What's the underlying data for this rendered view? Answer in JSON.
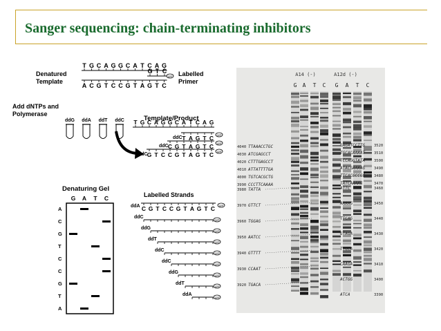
{
  "slide": {
    "title": "Sanger sequencing: chain-terminating inhibitors"
  },
  "diagram": {
    "denatured_label": [
      "Denatured",
      "Template"
    ],
    "labelled_primer_label": [
      "Labelled",
      "Primer"
    ],
    "template_seq": [
      "T",
      "G",
      "C",
      "A",
      "G",
      "G",
      "C",
      "A",
      "T",
      "C",
      "A",
      "G"
    ],
    "primer_seq": [
      "G",
      "T",
      "C"
    ],
    "complement_seq": [
      "A",
      "C",
      "G",
      "T",
      "C",
      "C",
      "G",
      "T",
      "A",
      "G",
      "T",
      "C"
    ],
    "add_label": [
      "Add dNTPs and",
      "Polymerase"
    ],
    "tubes": [
      "ddG",
      "ddA",
      "ddT",
      "ddC"
    ],
    "template_product_label": "Template/Product",
    "product_rows": [
      {
        "dd": "ddC",
        "seq": [
          "T",
          "A",
          "G",
          "T",
          "C"
        ]
      },
      {
        "dd": "ddC",
        "seq": [
          "C",
          "G",
          "T",
          "A",
          "G",
          "T",
          "C"
        ]
      },
      {
        "dd": "ddC",
        "seq": [
          "G",
          "T",
          "C",
          "C",
          "G",
          "T",
          "A",
          "G",
          "T",
          "C"
        ]
      }
    ],
    "denaturing_gel_label": "Denaturing Gel",
    "gel_lane_labels": [
      "G",
      "A",
      "T",
      "C"
    ],
    "gel_row_labels": [
      "A",
      "C",
      "G",
      "T",
      "C",
      "C",
      "G",
      "T",
      "A"
    ],
    "labelled_strands_label": "Labelled Strands",
    "strand_full": {
      "dd": "ddA",
      "seq": [
        "C",
        "G",
        "T",
        "C",
        "C",
        "G",
        "T",
        "A",
        "G",
        "T",
        "C"
      ]
    },
    "strand_labels": [
      "ddC",
      "ddG",
      "ddT",
      "ddC",
      "ddC",
      "ddG",
      "ddT",
      "ddA"
    ]
  },
  "gel": {
    "lane_group_labels": [
      "A14 (-)",
      "A12d (-)"
    ],
    "lane_labels": [
      "G",
      "A",
      "T",
      "C",
      "G",
      "A",
      "T",
      "C"
    ],
    "left_annotations": [
      {
        "num": "4040",
        "seq": "TTAAACCTGC"
      },
      {
        "num": "4030",
        "seq": "ATCGAGCCT"
      },
      {
        "num": "4020",
        "seq": "CTTTGAGCCT"
      },
      {
        "num": "4010",
        "seq": "ATTATTTTGA"
      },
      {
        "num": "4000",
        "seq": "TGTCACGCTG"
      },
      {
        "num": "3990",
        "seq": "CCCTTCAAAA"
      },
      {
        "num": "3980",
        "seq": "TATTA"
      },
      {
        "num": "3970",
        "seq": "GTTCT"
      },
      {
        "num": "3960",
        "seq": "TGGAG"
      },
      {
        "num": "3950",
        "seq": "AATCC"
      },
      {
        "num": "3940",
        "seq": "GTTTT"
      },
      {
        "num": "3930",
        "seq": "CCAAT"
      },
      {
        "num": "3920",
        "seq": "TGACA"
      }
    ],
    "right_annotations": [
      {
        "num": "3520",
        "seq": "GAGATCCTTG"
      },
      {
        "num": "3510",
        "seq": "TGCACAAAAT"
      },
      {
        "num": "3500",
        "seq": "TCCAGGTATA"
      },
      {
        "num": "3490",
        "seq": "ATACGAAAAG"
      },
      {
        "num": "3480",
        "seq": "TTCACGCCGC"
      },
      {
        "num": "3470",
        "seq": "TATCAAAAG"
      },
      {
        "num": "3460",
        "seq": "ATTC"
      },
      {
        "num": "3450",
        "seq": "AAAAG"
      },
      {
        "num": "3440",
        "seq": "TTCAG"
      },
      {
        "num": "3430",
        "seq": "GTAGA"
      },
      {
        "num": "3420",
        "seq": "TTGCA"
      },
      {
        "num": "3410",
        "seq": "CAAGA"
      },
      {
        "num": "3400",
        "seq": "ACTGG"
      },
      {
        "num": "3390",
        "seq": "ATCA"
      }
    ]
  }
}
